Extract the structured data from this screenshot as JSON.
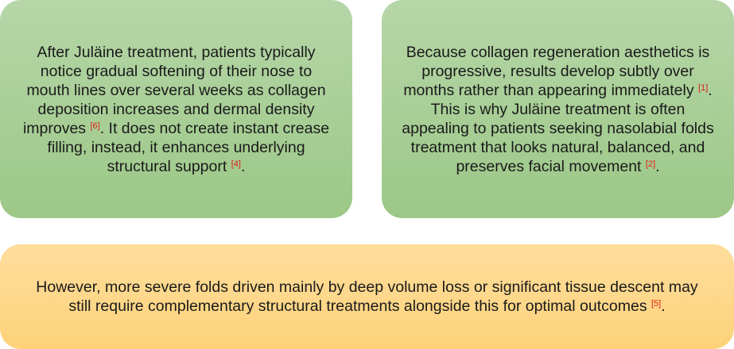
{
  "cards": [
    {
      "text_before": "After Juläine treatment, patients typically notice gradual softening of their nose to mouth lines over several weeks as collagen deposition increases and dermal density improves ",
      "cite1": "[6]",
      "text_middle": ". It does not create instant crease filling, instead, it enhances underlying structural support ",
      "cite2": "[4]",
      "text_after": "."
    },
    {
      "text_before": "Because collagen regeneration aesthetics is progressive, results develop subtly over months rather than appearing immediately ",
      "cite1": "[1]",
      "text_middle": ". This is why Juläine treatment is often appealing to patients seeking nasolabial folds treatment that looks natural, balanced, and preserves facial movement ",
      "cite2": "[2]",
      "text_after": "."
    },
    {
      "text_before": "However, more severe folds driven mainly by deep volume loss or significant tissue descent may still require complementary structural treatments alongside this for optimal outcomes ",
      "cite1": "[5]",
      "text_after": "."
    }
  ],
  "colors": {
    "green_top": "#b6d6a8",
    "green_bottom": "#9cc887",
    "orange_top": "#fedd9c",
    "orange_bottom": "#fdd27a",
    "citation": "#e0201a"
  }
}
